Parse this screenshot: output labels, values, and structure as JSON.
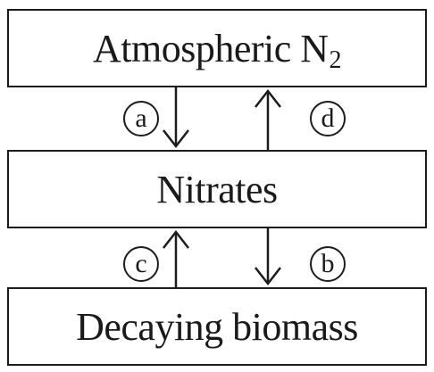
{
  "boxes": {
    "atmospheric": {
      "text": "Atmospheric N",
      "subscript": "2"
    },
    "nitrates": {
      "text": "Nitrates"
    },
    "decaying": {
      "text": "Decaying biomass"
    }
  },
  "markers": {
    "a": "a",
    "b": "b",
    "c": "c",
    "d": "d"
  }
}
